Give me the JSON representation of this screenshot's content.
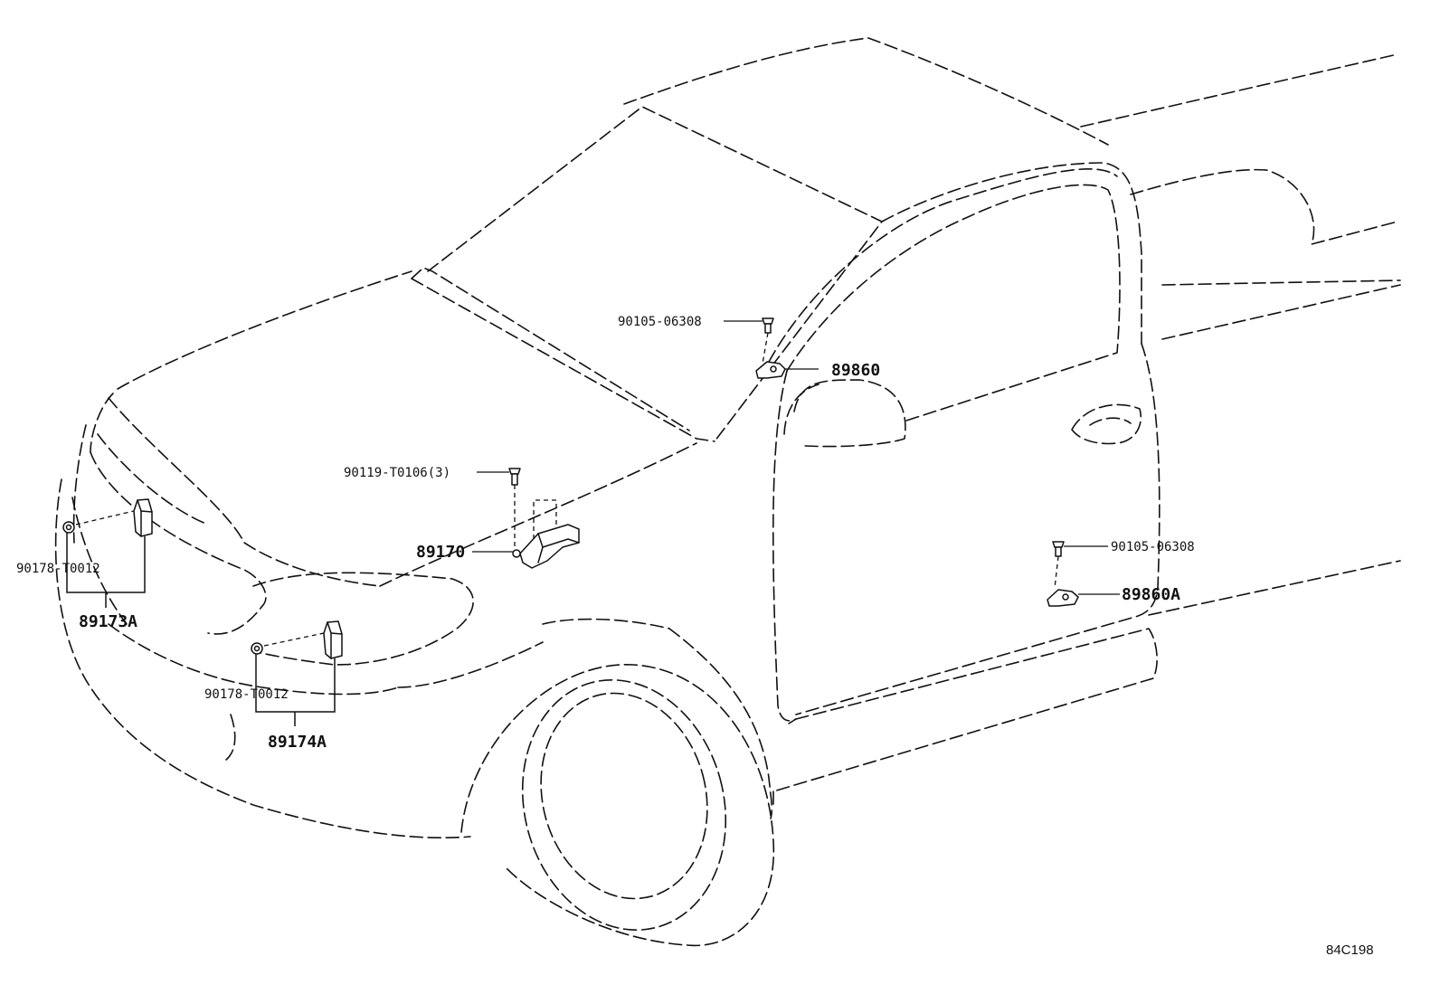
{
  "labels": {
    "bolt_upper": "90105-06308",
    "sensor_upper": "89860",
    "bolt_center": "90119-T0106(3)",
    "sensor_center": "89170",
    "nut_left": "90178-T0012",
    "sensor_left": "89173A",
    "nut_mid": "90178-T0012",
    "sensor_mid": "89174A",
    "bolt_lower": "90105-06308",
    "sensor_lower": "89860A"
  },
  "figure_ref": "84C198"
}
